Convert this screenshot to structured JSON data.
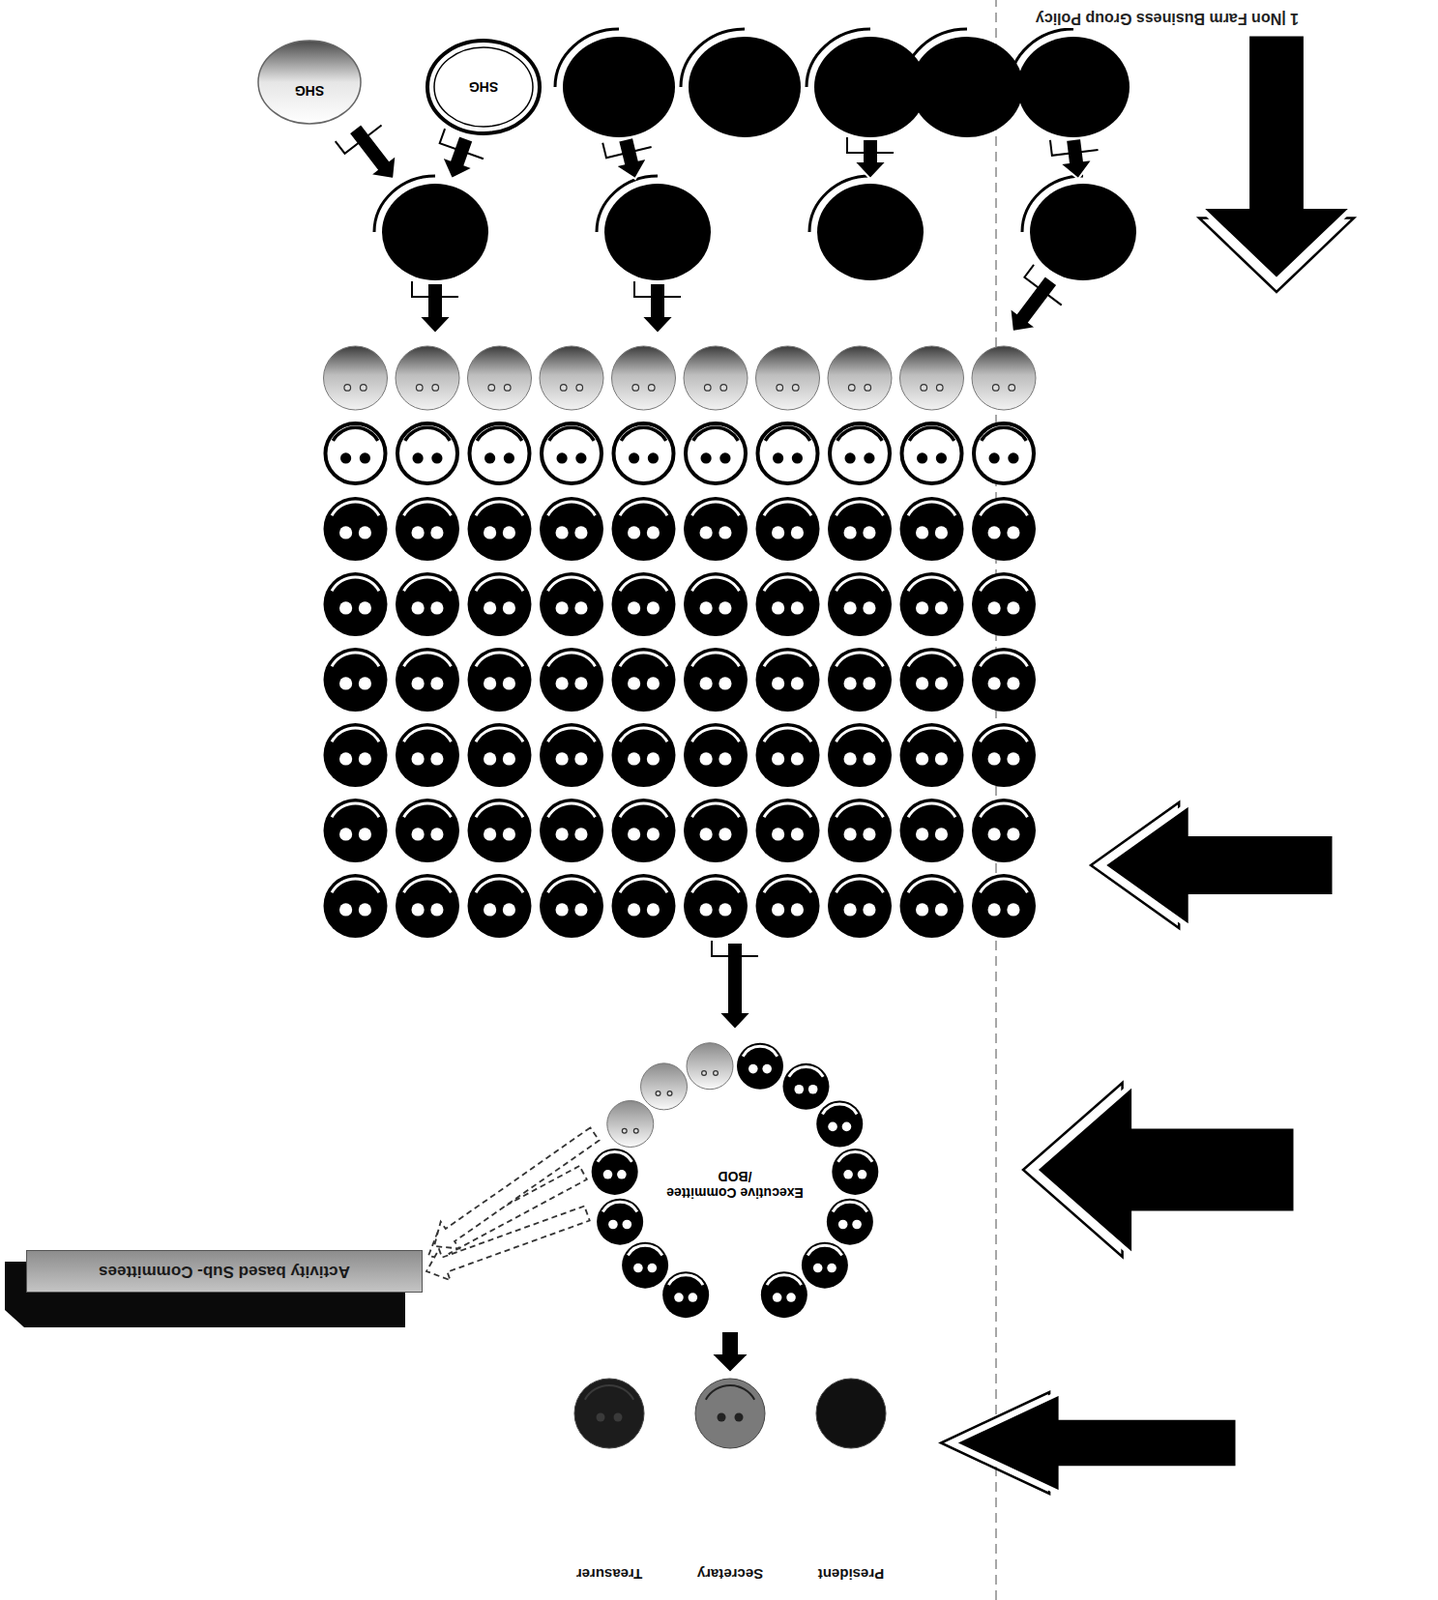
{
  "diagram": {
    "nodes": [
      {
        "text": [
          "President"
        ]
      },
      {
        "text": [
          "Secretary"
        ]
      },
      {
        "text": [
          "Treasurer"
        ]
      },
      {
        "text": [
          "Executive Committee /BOD"
        ]
      },
      {
        "text": [
          "Activity based Sub- Committees"
        ]
      },
      {
        "text": [
          "SHG"
        ]
      },
      {
        "text": [
          "SHG"
        ]
      }
    ],
    "edges": [
      {
        "from": 3,
        "to": 1,
        "arrow": "to"
      },
      {
        "from": 3,
        "to": 4,
        "arrow": "to"
      }
    ],
    "labels": [
      "1 |Non Farm Business Group Policy"
    ]
  }
}
